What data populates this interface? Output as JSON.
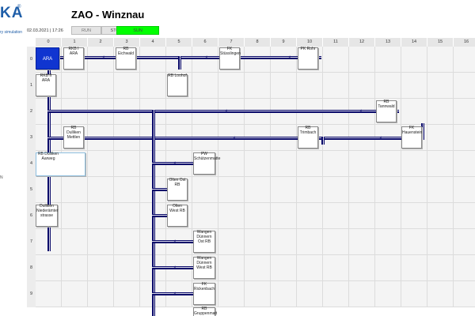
{
  "brand": {
    "logo_text": "KA",
    "registered": "®",
    "subtitle": "ry simulation"
  },
  "header": {
    "title": "ZAO - Winznau",
    "datetime": "02.03.2021 | 17:26"
  },
  "controls": {
    "run": "RUN",
    "stop": "STOP",
    "sun": "SUN",
    "sun_color": "#00ff00"
  },
  "sidebar": {
    "fragment": "N"
  },
  "grid": {
    "columns": [
      "0",
      "1",
      "2",
      "3",
      "4",
      "5",
      "6",
      "7",
      "8",
      "9",
      "10",
      "11",
      "12",
      "13",
      "14",
      "15",
      "16"
    ],
    "rows": [
      "0",
      "1",
      "2",
      "3",
      "4",
      "5",
      "6",
      "7",
      "8",
      "9"
    ]
  },
  "nodes": {
    "ara": "ARA",
    "rkb_ara_top": "RKB I ARA",
    "rb_eichwald": "RB Eichwald",
    "fk_stusslingen": "FK Stüsslingen",
    "pk_rohr": "PK Rohr",
    "rkb2_ara": "RKB II ARA",
    "rb_loohof": "RB Loohof",
    "rb_tannwald": "RB Tannwald",
    "rb_dulliken_mettlen": "RB Dulliken Mettlen",
    "rb_trimbach": "RB Trimbach",
    "fk_hauenstein": "FK Hauenstein",
    "rb_dulliken_aarweg": "RB Dulliken Aarweg",
    "pw_schutzenmatte": "PW Schützenmatte",
    "olten_ost_rb": "Olten Ost RB",
    "dulliken_niederamter": "Dulliken Niederämter strasse",
    "olten_west_rb": "Olten West RB",
    "wangen_dunnern_ost": "Wangen Dünnern Ost RB",
    "wangen_dunnern_west": "Wangen Dünnern West RB",
    "fk_rickenbach": "FK Rickenbach",
    "rb_gruppenmatt": "RB Gruppenmatt"
  }
}
